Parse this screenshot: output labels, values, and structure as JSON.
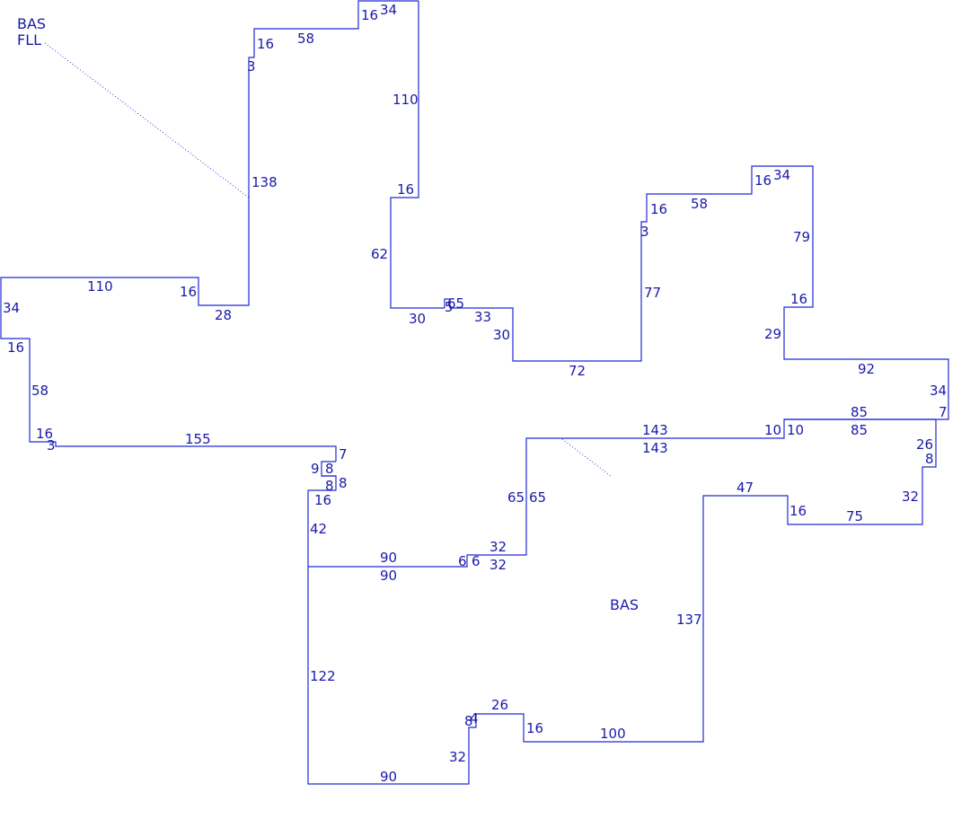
{
  "area_labels": {
    "bas_fll": "BAS\nFLL",
    "bas_top": "BAS",
    "fll": "FLL",
    "bas": "BAS"
  },
  "top_left_section": {
    "dim_16_a": "16",
    "dim_34_a": "34",
    "dim_58_a": "58",
    "dim_16_b": "16",
    "dim_3_a": "3",
    "dim_110_a": "110",
    "dim_138": "138",
    "dim_16_c": "16",
    "dim_62": "62",
    "dim_110_b": "110",
    "dim_16_d": "16",
    "dim_28": "28",
    "dim_34_b": "34",
    "dim_16_e": "16",
    "dim_58_b": "58",
    "dim_16_f": "16",
    "dim_3_b": "3",
    "dim_155": "155",
    "dim_30_a": "30",
    "dim_5": "5",
    "dim_65_a": "65"
  },
  "top_right_section": {
    "dim_33": "33",
    "dim_30_b": "30",
    "dim_72": "72",
    "dim_77": "77",
    "dim_3_c": "3",
    "dim_16_g": "16",
    "dim_58_c": "58",
    "dim_16_h": "16",
    "dim_34_c": "34",
    "dim_79": "79",
    "dim_16_i": "16",
    "dim_29": "29",
    "dim_92": "92",
    "dim_34_d": "34",
    "dim_7_a": "7",
    "dim_85_a": "85",
    "dim_85_b": "85",
    "dim_10_a": "10",
    "dim_10_b": "10",
    "dim_143_a": "143",
    "dim_143_b": "143",
    "dim_26_a": "26",
    "dim_8_a": "8",
    "dim_32_a": "32",
    "dim_75": "75",
    "dim_16_j": "16",
    "dim_47": "47"
  },
  "middle_section": {
    "dim_7_b": "7",
    "dim_9": "9",
    "dim_8_b": "8",
    "dim_8_c": "8",
    "dim_8_d": "8",
    "dim_16_k": "16",
    "dim_42": "42",
    "dim_90_a": "90",
    "dim_90_b": "90",
    "dim_6_a": "6",
    "dim_6_b": "6",
    "dim_32_b": "32",
    "dim_32_c": "32",
    "dim_65_b": "65",
    "dim_65_c": "65"
  },
  "bottom_section": {
    "dim_122": "122",
    "dim_137": "137",
    "dim_90_c": "90",
    "dim_32_d": "32",
    "dim_8_e": "8",
    "dim_4": "4",
    "dim_26_b": "26",
    "dim_16_l": "16",
    "dim_100": "100"
  }
}
